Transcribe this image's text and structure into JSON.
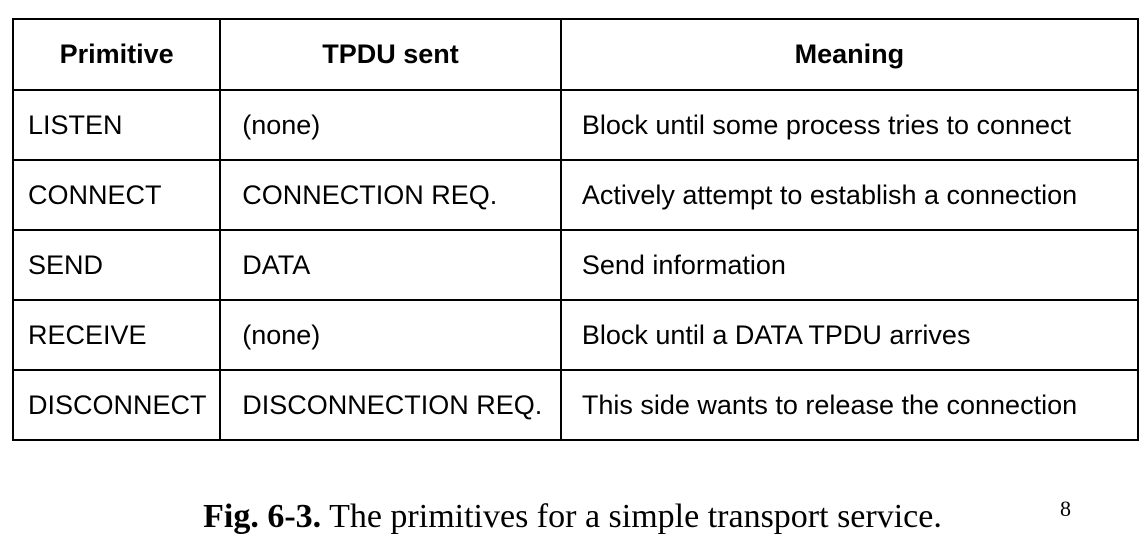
{
  "table": {
    "headers": [
      "Primitive",
      "TPDU sent",
      "Meaning"
    ],
    "rows": [
      [
        "LISTEN",
        "(none)",
        "Block until some process tries to connect"
      ],
      [
        "CONNECT",
        "CONNECTION REQ.",
        "Actively attempt to establish a connection"
      ],
      [
        "SEND",
        "DATA",
        "Send information"
      ],
      [
        "RECEIVE",
        "(none)",
        "Block until a DATA TPDU arrives"
      ],
      [
        "DISCONNECT",
        "DISCONNECTION REQ.",
        "This side wants to release the connection"
      ]
    ]
  },
  "caption": {
    "label": "Fig.  6-3.",
    "text": " The primitives for a simple transport service."
  },
  "page_number": "8"
}
